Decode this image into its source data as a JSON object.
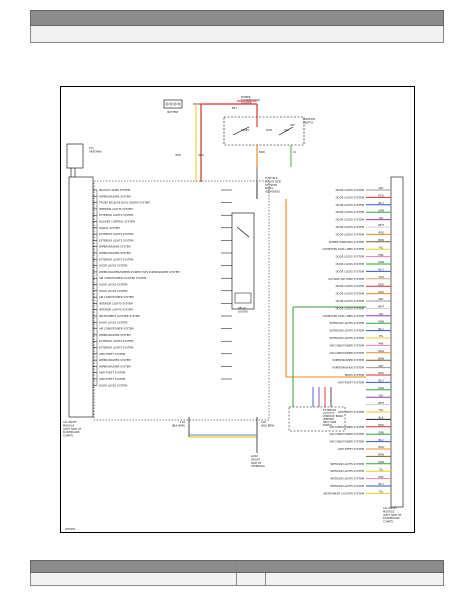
{
  "header": {
    "title": "",
    "subtitle": ""
  },
  "footer": {
    "left": "",
    "right": ""
  },
  "diagram": {
    "page_ref": "WF0051",
    "top": {
      "battery": "BATTERY",
      "power_dist": [
        "POWER",
        "DISTRIBUTION",
        "SYSTEM"
      ],
      "ignition_switch": [
        "IGNITION",
        "SWITCH"
      ],
      "start": "START",
      "run": "RUN",
      "acc": "ACC",
      "off": "OFF",
      "wire_red": "RED",
      "wire_org": "ORG",
      "wire_brn": "BRN",
      "label_b31": "B31",
      "label_c1": "C1"
    },
    "left_module": {
      "antenna": [
        "TO I",
        "ANTENNA"
      ],
      "name": [
        "ALL ENTRY",
        "MODULE",
        "(LEFT SIDE OF",
        "DASHBOARD",
        "COMPT)"
      ],
      "entries": [
        "BACKUP LAMPS SYSTEM",
        "WIPER/WASHER SYSTEM",
        "TRUNK RELEASE DUAL DOORS SYSTEM",
        "INTERIOR LIGHTS SYSTEM",
        "EXTERIOR LIGHTS SYSTEM",
        "BLOWER CONTROL SYSTEM",
        "SIGNAL SYSTEM",
        "EXTERIOR LIGHTS SYSTEM",
        "EXTERIOR LIGHTS SYSTEM",
        "WIPER/WASHER SYSTEM",
        "WIPER/WASHER SYSTEM",
        "EXTERIOR LIGHTS SYSTEM",
        "DOOR LOCKS SYSTEM",
        "WIPER/WASHER/WIPERS POWER TILTS PUMP/WASHER SYSTEM",
        "AIR CONDITIONER CLUSTER SYSTEM",
        "DOOR LOCKS SYSTEM",
        "DOOR LOCKS SYSTEM",
        "AIR CONDITIONER SYSTEM",
        "INTERIOR LIGHTS SYSTEM",
        "INTERIOR LIGHTS SYSTEM",
        "INSTRUMENT CLUSTER SYSTEM",
        "DOOR LOCKS SYSTEM",
        "AIR CONDITIONER SYSTEM",
        "WIPER/WASHER SYSTEM",
        "EXTERIOR LIGHTS SYSTEM",
        "EXTERIOR LIGHTS SYSTEM",
        "ANTI-THEFT SYSTEM",
        "WIPER/WASHER SYSTEM",
        "WIPER/WASHER SYSTEM",
        "ANTI-THEFT SYSTEM",
        "ANTI-THEFT SYSTEM",
        "DOOR LOCKS SYSTEM"
      ]
    },
    "center": {
      "fuse_block": [
        "FUSE BLK",
        "(RIGHT SIDE",
        "OF INSTR",
        "PANEL",
        "(REMOVED)"
      ],
      "relay": [
        "RELAY",
        "(DOOR)"
      ],
      "ground_left": [
        "116",
        "(BLK BRN)"
      ],
      "ground_right": [
        "116",
        "(BLK BRN)"
      ],
      "ground_label": [
        "G200",
        "(RIGHT",
        "SIDE OF",
        "STEERING)"
      ]
    },
    "right_module": {
      "name": [
        "ALL ENTRY",
        "MODULE",
        "(LEFT SIDE OF",
        "DASHBOARD",
        "COMPT)"
      ],
      "remote": [
        "EXTERIOR",
        "ACTIVITY",
        "WINDOW BAND",
        "(BEHIND",
        "SEAT SIDE",
        "PANEL)"
      ],
      "entries": [
        {
          "label": "DOOR LOCKS SYSTEM",
          "wire": "GRY",
          "color": "#999999"
        },
        {
          "label": "DOOR LOCKS SYSTEM",
          "wire": "RED",
          "color": "#d92b2b"
        },
        {
          "label": "DOOR LOCKS SYSTEM",
          "wire": "BLU",
          "color": "#2b56d9"
        },
        {
          "label": "DOOR LOCKS SYSTEM",
          "wire": "GRN",
          "color": "#2ba33a"
        },
        {
          "label": "DOOR LOCKS SYSTEM",
          "wire": "VIO",
          "color": "#8a3fb8"
        },
        {
          "label": "DOOR LOCKS SYSTEM",
          "wire": "WHT",
          "color": "#cccccc"
        },
        {
          "label": "DOOR LOCKS SYSTEM",
          "wire": "ORG",
          "color": "#f08a1c"
        },
        {
          "label": "POWER WINDOWS SYSTEM",
          "wire": "BRN",
          "color": "#8a5a2b"
        },
        {
          "label": "COMPUTER DATA LINES SYSTEM",
          "wire": "YEL",
          "color": "#e8cf1f"
        },
        {
          "label": "DOOR LOCKS SYSTEM",
          "wire": "PNK",
          "color": "#e87fb0"
        },
        {
          "label": "DOOR LOCKS SYSTEM",
          "wire": "GRN",
          "color": "#2ba33a"
        },
        {
          "label": "DOOR LOCKS SYSTEM",
          "wire": "BLU",
          "color": "#2b56d9"
        },
        {
          "label": "OUTSIDE AIR TEMP SYSTEM",
          "wire": "TAN",
          "color": "#c9a66b"
        },
        {
          "label": "DOOR LOCKS SYSTEM",
          "wire": "RED",
          "color": "#d92b2b"
        },
        {
          "label": "DOOR LOCKS SYSTEM",
          "wire": "ORG",
          "color": "#f08a1c"
        },
        {
          "label": "DOOR LOCKS SYSTEM",
          "wire": "GRY",
          "color": "#999999"
        },
        {
          "label": "DOOR LOCKS SYSTEM",
          "wire": "WHT",
          "color": "#cccccc"
        },
        {
          "label": "COMPUTER DATA LINES SYSTEM",
          "wire": "VIO",
          "color": "#8a3fb8"
        },
        {
          "label": "EXTERIOR LIGHTS SYSTEM",
          "wire": "GRN",
          "color": "#2ba33a"
        },
        {
          "label": "EXTERIOR LIGHTS SYSTEM",
          "wire": "BLU",
          "color": "#2b56d9"
        },
        {
          "label": "EXTERIOR LIGHTS SYSTEM",
          "wire": "YEL",
          "color": "#e8cf1f"
        },
        {
          "label": "AIR CONDITIONER SYSTEM",
          "wire": "PNK",
          "color": "#e87fb0"
        },
        {
          "label": "AIR CONDITIONER SYSTEM",
          "wire": "ORG",
          "color": "#f08a1c"
        },
        {
          "label": "WIPER/WASHER SYSTEM",
          "wire": "BRN",
          "color": "#8a5a2b"
        },
        {
          "label": "WIPER/WASHER SYSTEM",
          "wire": "GRY",
          "color": "#999999"
        },
        {
          "label": "SEATS SYSTEM",
          "wire": "RED",
          "color": "#d92b2b"
        },
        {
          "label": "ANTI-THEFT SYSTEM",
          "wire": "BLU",
          "color": "#2b56d9"
        },
        {
          "label": "",
          "wire": "GRN",
          "color": "#2ba33a"
        },
        {
          "label": "",
          "wire": "VIO",
          "color": "#8a3fb8"
        },
        {
          "label": "",
          "wire": "WHT",
          "color": "#cccccc"
        },
        {
          "label": "ANTI-THEFT SYSTEM",
          "wire": "YEL",
          "color": "#e8cf1f"
        },
        {
          "label": "",
          "wire": "BLK",
          "color": "#222222"
        },
        {
          "label": "AIR CONDITIONER SYSTEM",
          "wire": "RED",
          "color": "#d92b2b"
        },
        {
          "label": "AIR CONDITIONER SYSTEM",
          "wire": "GRN",
          "color": "#2ba33a"
        },
        {
          "label": "AIR CONDITIONER SYSTEM",
          "wire": "BLU",
          "color": "#2b56d9"
        },
        {
          "label": "ANTI-THEFT SYSTEM",
          "wire": "ORG",
          "color": "#f08a1c"
        },
        {
          "label": "",
          "wire": "BRN",
          "color": "#8a5a2b"
        },
        {
          "label": "INTERIOR LIGHTS SYSTEM",
          "wire": "GRN",
          "color": "#2ba33a"
        },
        {
          "label": "INTERIOR LIGHTS SYSTEM",
          "wire": "YEL",
          "color": "#e8cf1f"
        },
        {
          "label": "INTERIOR LIGHTS SYSTEM",
          "wire": "PNK",
          "color": "#e87fb0"
        },
        {
          "label": "INTERIOR LIGHTS SYSTEM",
          "wire": "BLU",
          "color": "#2b56d9"
        },
        {
          "label": "INSTRUMENT CLUSTER SYSTEM",
          "wire": "YEL",
          "color": "#e8cf1f"
        }
      ]
    }
  }
}
